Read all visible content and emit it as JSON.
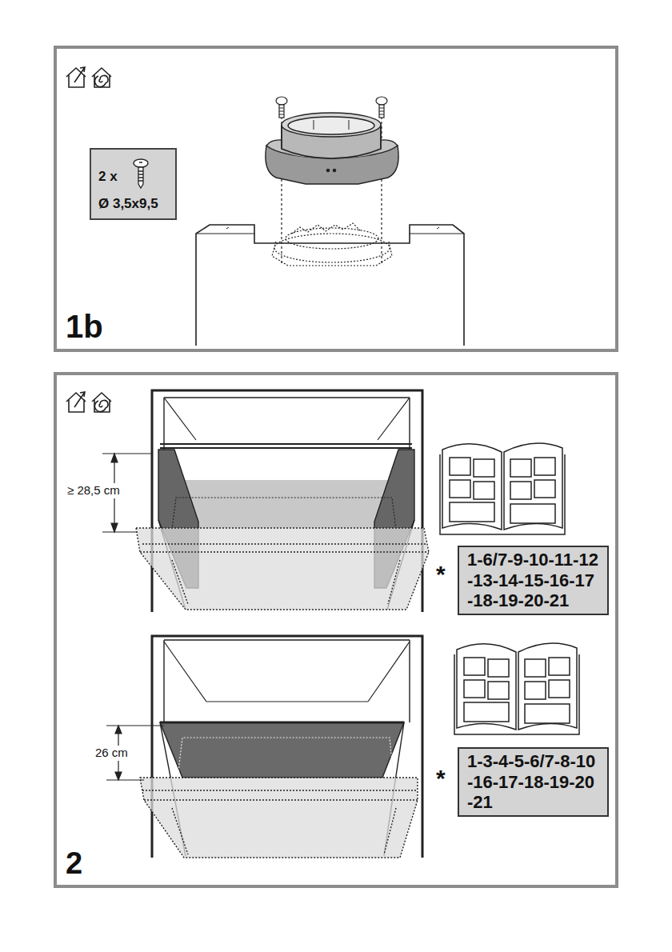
{
  "diagram": {
    "nodes": [
      {
        "text": [
          "1b"
        ]
      },
      {
        "text": [
          "2 x",
          "Ø 3,5x9,5"
        ],
        "in": 0
      },
      {
        "text": [
          "2"
        ]
      },
      {
        "text": [
          "1-6/7-9-10-11-12-13-14-15-16-17-18-19-20-21"
        ],
        "in": 2
      },
      {
        "text": [
          "1-3-4-5-6/7-8-10-16-17-18-19-20-21"
        ],
        "in": 2
      }
    ],
    "labels": [
      "≥ 28,5 cm",
      "*",
      "26 cm",
      "*"
    ]
  }
}
